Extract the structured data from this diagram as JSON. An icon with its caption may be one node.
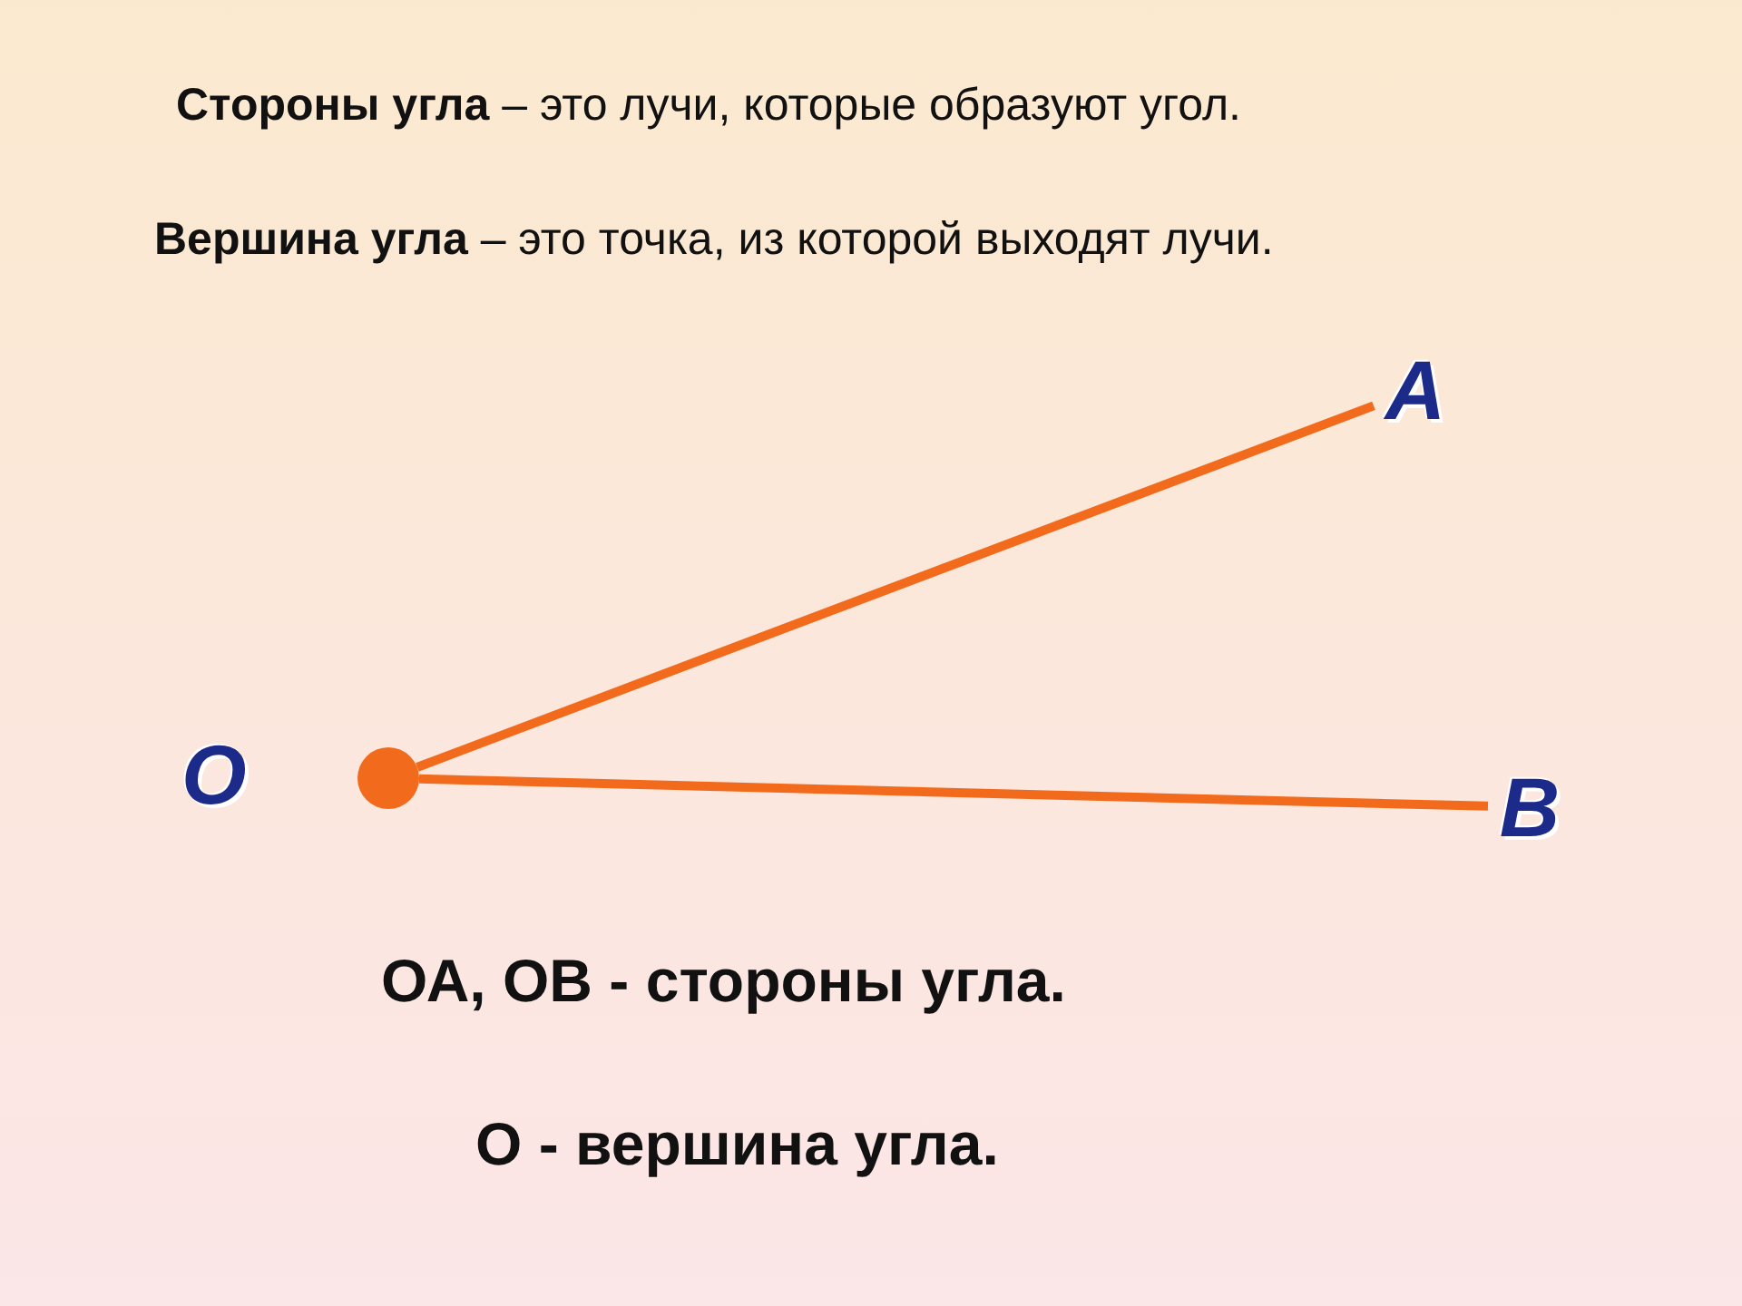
{
  "diagram": {
    "nodes": [
      {
        "text": [],
        "shape": "circle",
        "beside": [
          "O"
        ]
      },
      {
        "text": [
          "A"
        ]
      },
      {
        "text": [
          "B"
        ]
      }
    ],
    "edges": [
      {
        "from": 0,
        "to": 1,
        "arrow": "none"
      },
      {
        "from": 0,
        "to": 2,
        "arrow": "none"
      }
    ],
    "labels": [
      "**Стороны угла** – это лучи, которые образуют угол.",
      "**Вершина угла** – это точка, из которой выходят лучи.",
      "ОА, ОВ - стороны угла.",
      "О - вершина угла."
    ]
  }
}
